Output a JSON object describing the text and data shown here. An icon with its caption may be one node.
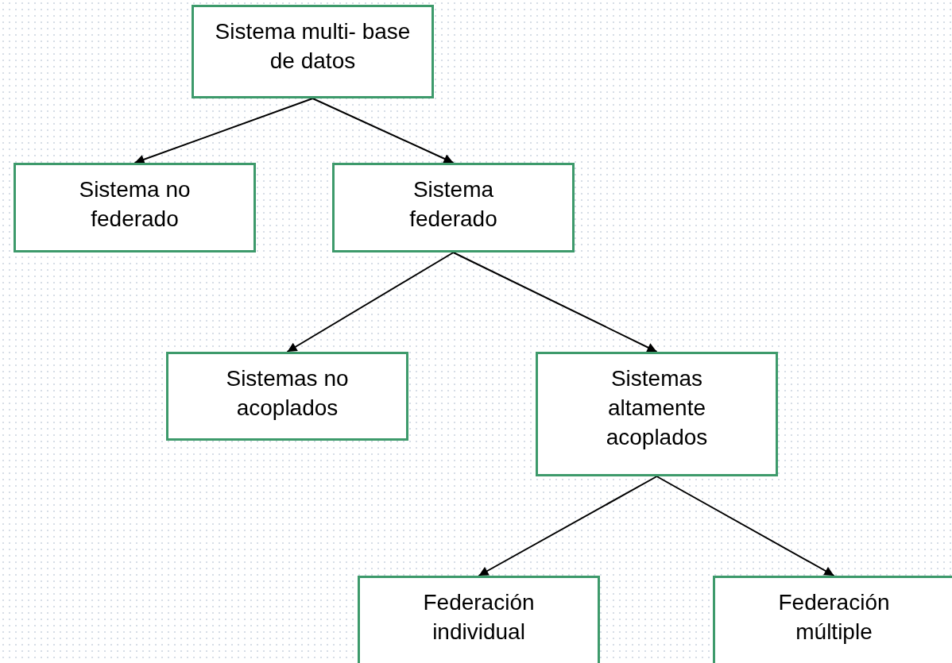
{
  "diagram": {
    "nodes": [
      {
        "text": [
          "Sistema multi- base de datos"
        ]
      },
      {
        "text": [
          "Sistema no federado"
        ]
      },
      {
        "text": [
          "Sistema federado"
        ]
      },
      {
        "text": [
          "Sistemas no acoplados"
        ]
      },
      {
        "text": [
          "Sistemas altamente acoplados"
        ]
      },
      {
        "text": [
          "Federación individual"
        ]
      },
      {
        "text": [
          "Federación múltiple"
        ]
      }
    ],
    "edges": [
      {
        "from": 0,
        "to": 1,
        "arrow": "to"
      },
      {
        "from": 0,
        "to": 2,
        "arrow": "to"
      },
      {
        "from": 2,
        "to": 3,
        "arrow": "to"
      },
      {
        "from": 2,
        "to": 4,
        "arrow": "to"
      },
      {
        "from": 4,
        "to": 5,
        "arrow": "to"
      },
      {
        "from": 4,
        "to": 6,
        "arrow": "to"
      }
    ]
  }
}
